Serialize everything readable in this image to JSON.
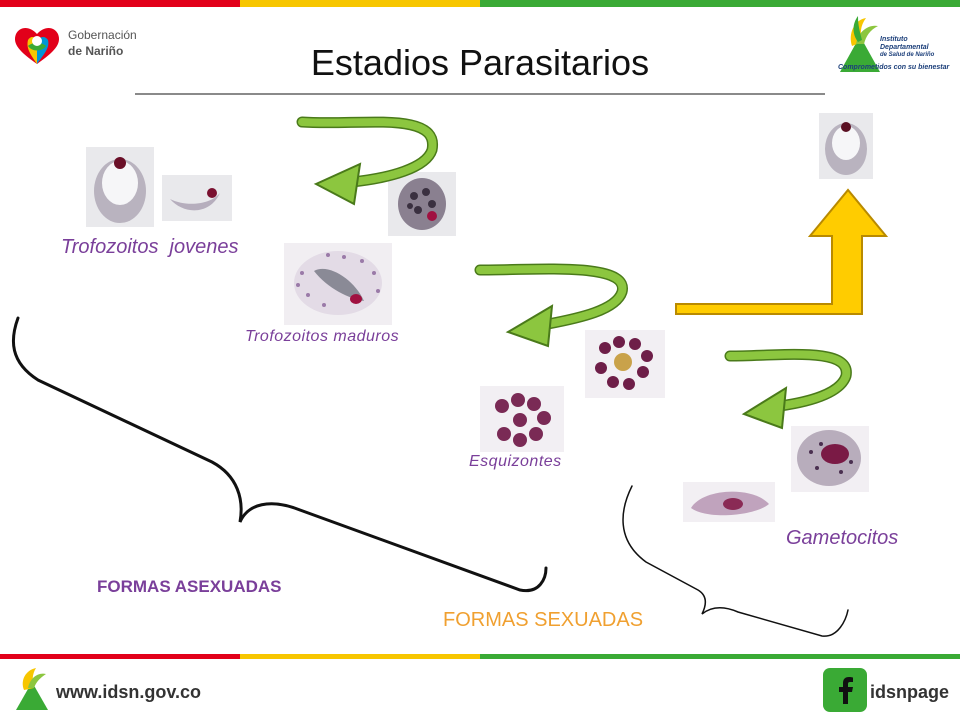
{
  "header": {
    "title": "Estadios Parasitarios",
    "logo_left_line1": "Gobernación",
    "logo_left_line2": "de Nariño",
    "logo_right_line1": "Instituto",
    "logo_right_line2": "Departamental",
    "logo_right_line3": "de Salud de Nariño",
    "logo_right_tagline": "Comprometidos con su bienestar"
  },
  "labels": {
    "trofozoitos_jovenes": "Trofozoitos  jovenes",
    "trofozoitos_maduros": "Trofozoitos maduros",
    "esquizontes": "Esquizontes",
    "gametocitos": "Gametocitos",
    "formas_asexuadas": "FORMAS ASEXUADAS",
    "formas_sexuadas": "FORMAS SEXUADAS"
  },
  "footer": {
    "website": "www.idsn.gov.co",
    "social": "idsnpage"
  },
  "colors": {
    "purple_text": "#7a3f9a",
    "orange_text": "#f0a030",
    "arrow_green": "#8cc63f",
    "arrow_yellow": "#ffcc00",
    "stripe_red": "#e2001a",
    "stripe_yellow": "#f7c600",
    "stripe_green": "#3aaa35"
  }
}
